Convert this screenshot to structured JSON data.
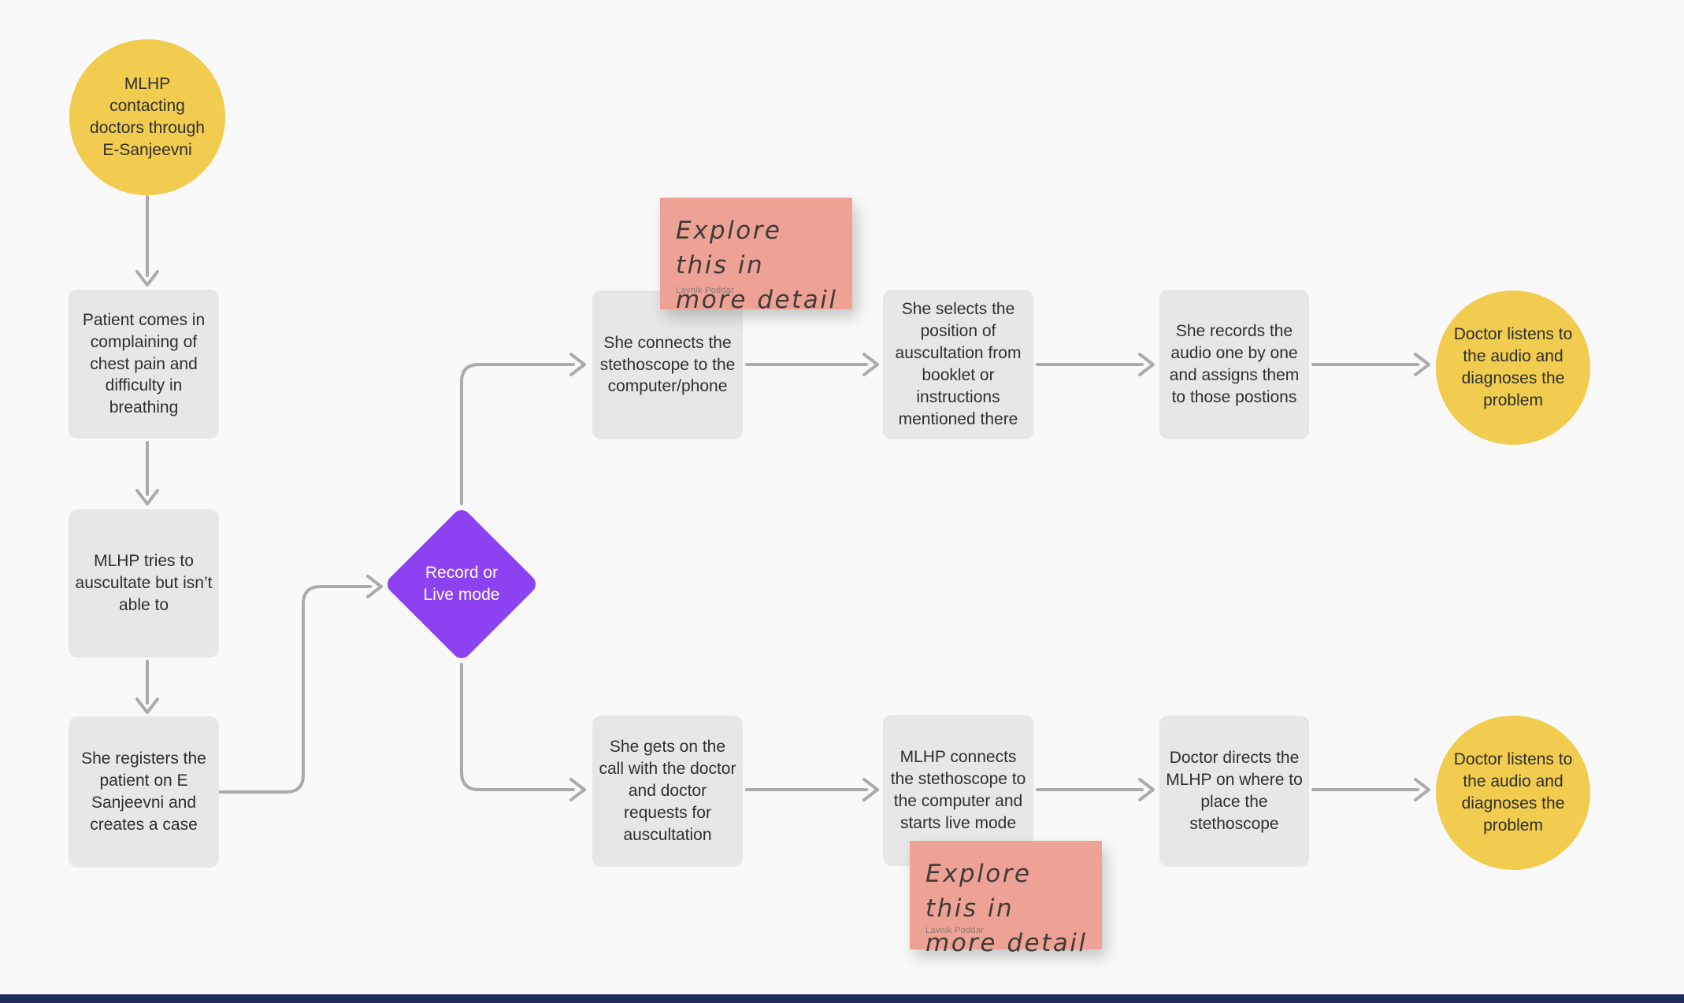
{
  "colors": {
    "bg": "#F9F9F9",
    "box": "#E7E7E7",
    "yellow": "#F1CC4E",
    "purple": "#8C42F0",
    "pink": "#EEA295",
    "arrow": "#ABABAB",
    "node_text": "#2F2F2F",
    "diamond_text": "#FFFFFF",
    "sticky_text": "#3F3B38",
    "sticky_author_color": "#8D7B76",
    "footer": "#1F2B5B"
  },
  "nodes": {
    "start": {
      "label": "MLHP\ncontacting\ndoctors through\nE-Sanjeevni"
    },
    "patient": {
      "label": "Patient comes in\ncomplaining of\nchest pain and\ndifficulty in\nbreathing"
    },
    "tries": {
      "label": "MLHP tries to\nauscultate but isn’t\nable to"
    },
    "registers": {
      "label": "She registers the\npatient on E\nSanjeevni and\ncreates a case"
    },
    "decision": {
      "label": "Record or\nLive mode"
    },
    "connects": {
      "label": "She connects the\nstethoscope to the\ncomputer/phone"
    },
    "selects": {
      "label": "She selects the\nposition of\nauscultation from\nbooklet or\ninstructions\nmentioned there"
    },
    "records": {
      "label": "She records the\naudio one by one\nand assigns them\nto those postions"
    },
    "doctor_top": {
      "label": "Doctor listens to\nthe audio and\ndiagnoses the\nproblem"
    },
    "call": {
      "label": "She gets on the\ncall with the doctor\nand doctor\nrequests for\nauscultation"
    },
    "live": {
      "label": "MLHP connects\nthe stethoscope to\nthe computer and\nstarts live mode"
    },
    "directs": {
      "label": "Doctor directs the\nMLHP on where to\nplace the\nstethoscope"
    },
    "doctor_bottom": {
      "label": "Doctor listens to\nthe audio and\ndiagnoses the\nproblem"
    }
  },
  "stickies": {
    "top": {
      "text": "Explore this in\nmore detail",
      "author": "Lavnik Poddar"
    },
    "bottom": {
      "text": "Explore this in\nmore detail",
      "author": "Lavnik Poddar"
    }
  }
}
